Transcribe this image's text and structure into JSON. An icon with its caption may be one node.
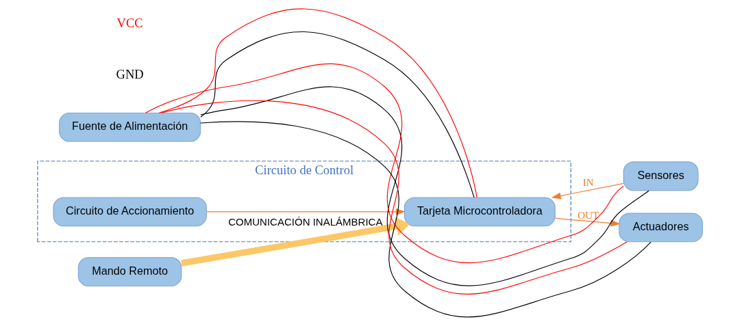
{
  "diagram": {
    "nodes": [
      {
        "text": [
          "Circuito de Control"
        ]
      },
      {
        "text": [
          "Mando Remoto"
        ]
      },
      {
        "text": [
          "Tarjeta Microcontroladora"
        ],
        "in": 0
      },
      {
        "text": [
          "Circuito de Accionamiento"
        ],
        "in": 0
      },
      {
        "text": [
          "Sensores"
        ]
      },
      {
        "text": [
          "Fuente de Alimentación"
        ]
      },
      {
        "text": [
          "Actuadores"
        ]
      }
    ],
    "edges": [
      {
        "from": 1,
        "to": 2,
        "arrow": "to",
        "label": "COMUNICACIÓN INALÁMBRICA",
        "style": "thick",
        "color": "#fcc766"
      },
      {
        "from": 3,
        "to": 2,
        "arrow": "to"
      },
      {
        "from": 4,
        "to": 2,
        "arrow": "to",
        "label": "IN"
      },
      {
        "from": 2,
        "to": 6,
        "arrow": "to",
        "label": "OUT"
      },
      {
        "from": 5,
        "to": 2,
        "arrow": "none",
        "color": "#000000"
      },
      {
        "from": 5,
        "to": 4,
        "arrow": "none",
        "color": "#000000"
      },
      {
        "from": 5,
        "to": 6,
        "arrow": "none",
        "color": "#000000"
      },
      {
        "from": 5,
        "to": 2,
        "arrow": "none",
        "color": "#ff0000"
      },
      {
        "from": 5,
        "to": 4,
        "arrow": "none",
        "color": "#ff0000"
      },
      {
        "from": 5,
        "to": 6,
        "arrow": "none",
        "color": "#ff0000"
      }
    ],
    "labels": [
      "GND",
      "VCC"
    ]
  }
}
